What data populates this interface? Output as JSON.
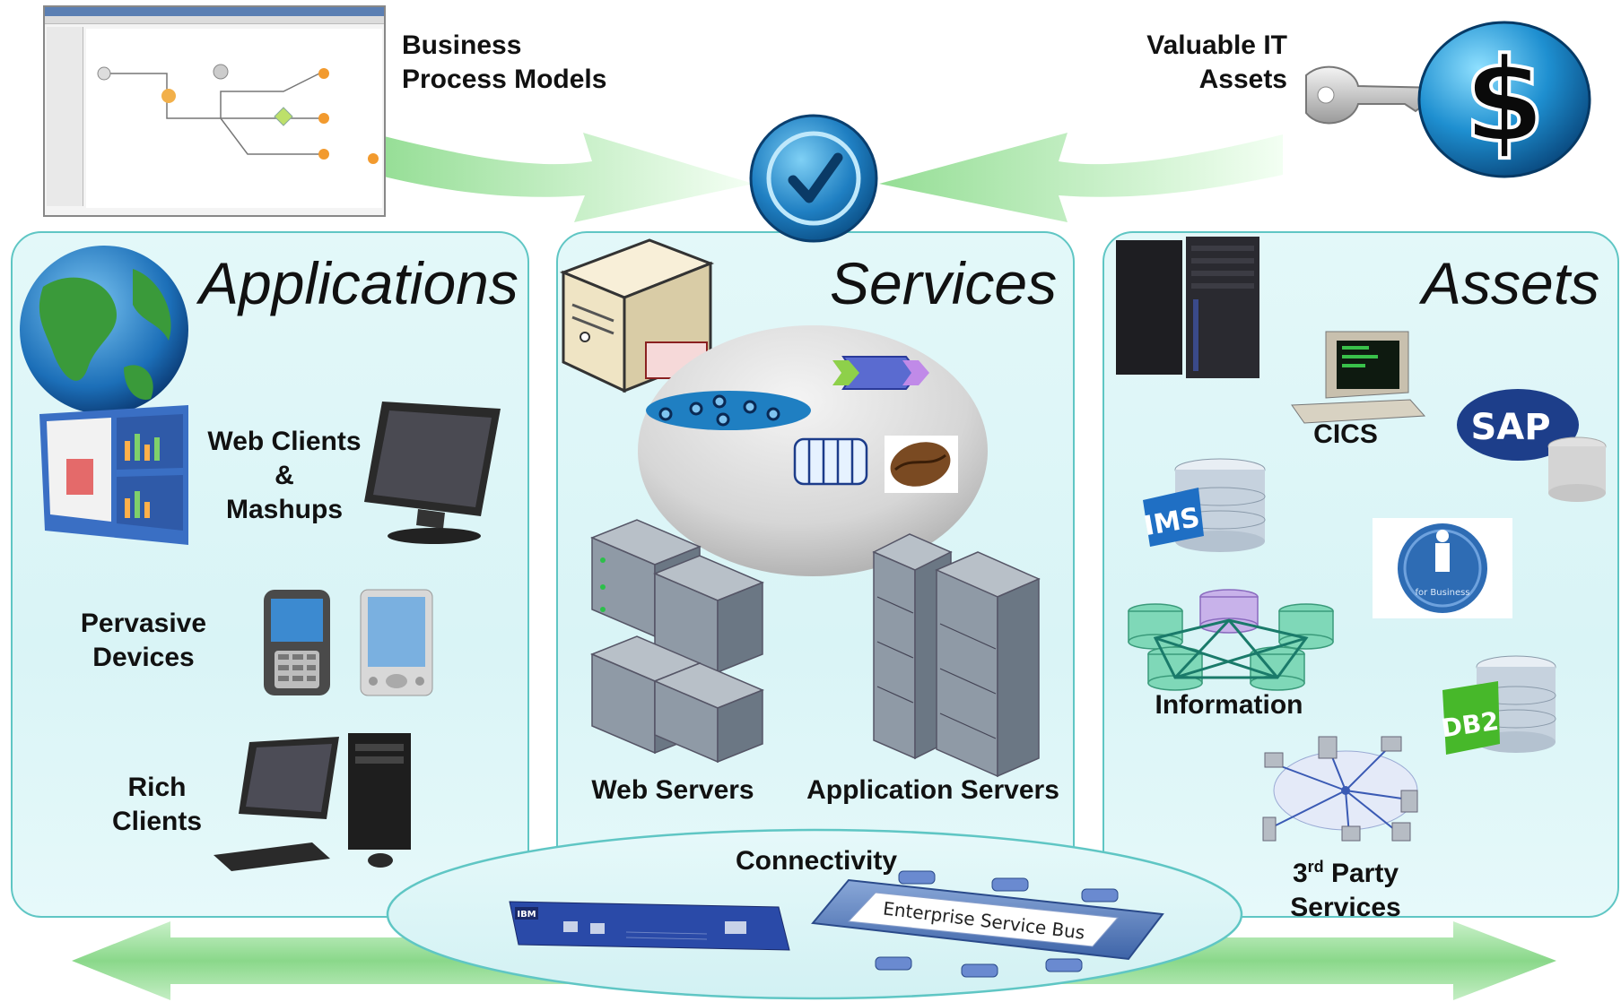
{
  "top": {
    "bpm_label_line1": "Business",
    "bpm_label_line2": "Process Models",
    "assets_label_line1": "Valuable IT",
    "assets_label_line2": "Assets"
  },
  "panels": {
    "applications": {
      "title": "Applications",
      "web_clients_line1": "Web Clients",
      "web_clients_line2": "&",
      "web_clients_line3": "Mashups",
      "pervasive_line1": "Pervasive",
      "pervasive_line2": "Devices",
      "rich_line1": "Rich",
      "rich_line2": "Clients"
    },
    "services": {
      "title": "Services",
      "web_servers": "Web Servers",
      "app_servers": "Application Servers"
    },
    "assets": {
      "title": "Assets",
      "cics": "CICS",
      "sap": "SAP",
      "ims": "IMS",
      "information": "Information",
      "db2": "DB2",
      "ibm_i": "for Business",
      "third_party_prefix": "3",
      "third_party_sup": "rd",
      "third_party_line1_rest": " Party",
      "third_party_line2": "Services"
    }
  },
  "connectivity": {
    "label": "Connectivity",
    "esb_label": "Enterprise Service Bus",
    "appliance_brand": "IBM"
  },
  "colors": {
    "panel_border": "#5fc6c4",
    "panel_fill": "#dff6f7",
    "arrow_green": "#8fdc8f",
    "badge_blue": "#1f7fc2"
  }
}
